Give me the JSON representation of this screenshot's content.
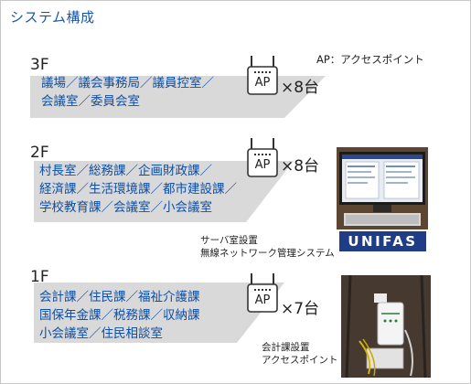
{
  "title": "システム構成",
  "legend": "AP：アクセスポイント",
  "floors": [
    {
      "label": "3F",
      "rooms": [
        "議場／議会事務局／議員控室／",
        "会議室／委員会室"
      ],
      "ap_label": "AP",
      "count": "×8台"
    },
    {
      "label": "2F",
      "rooms": [
        "村長室／総務課／企画財政課／",
        "経済課／生活環境課／都市建設課／",
        "学校教育課／会議室／小会議室"
      ],
      "ap_label": "AP",
      "count": "×8台"
    },
    {
      "label": "1F",
      "rooms": [
        "会計課／住民課／福祉介護課",
        "国保年金課／税務課／収納課",
        "小会議室／住民相談室"
      ],
      "ap_label": "AP",
      "count": "×7台"
    }
  ],
  "server": {
    "caption": [
      "サーバ室設置",
      "無線ネットワーク管理システム"
    ],
    "logo": "UNIFAS"
  },
  "ap_photo": {
    "caption": [
      "会計課設置",
      "アクセスポイント"
    ]
  },
  "colors": {
    "title": "#1b57a8",
    "rooms": "#0d4fa6",
    "plate": "#d9d9d9",
    "logo_bg": "#1f3d86"
  }
}
